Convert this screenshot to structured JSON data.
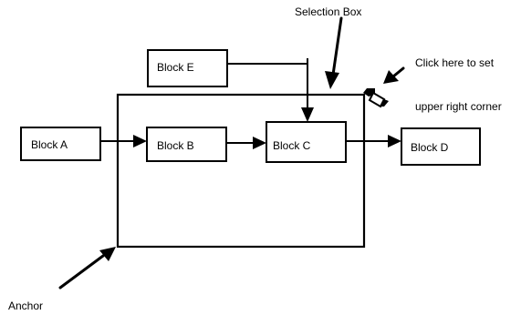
{
  "diagram": {
    "blocks": [
      {
        "id": "a",
        "label": "Block A"
      },
      {
        "id": "b",
        "label": "Block B"
      },
      {
        "id": "c",
        "label": "Block C"
      },
      {
        "id": "d",
        "label": "Block D"
      },
      {
        "id": "e",
        "label": "Block E"
      }
    ],
    "annotations": {
      "selection_box": "Selection Box",
      "click_line1": "Click here to set",
      "click_line2": "upper right corner",
      "anchor": "Anchor"
    },
    "cursor_icon": "pen-cursor-icon"
  }
}
